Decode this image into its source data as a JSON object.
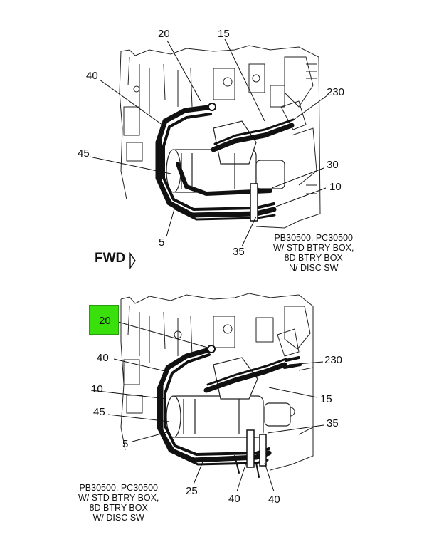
{
  "top_view": {
    "callouts": {
      "c20": "20",
      "c15": "15",
      "c40": "40",
      "c230": "230",
      "c45": "45",
      "c30": "30",
      "c10": "10",
      "c5": "5",
      "c35": "35"
    },
    "caption": [
      "PB30500, PC30500",
      "W/ STD BTRY BOX,",
      "8D BTRY BOX",
      "N/ DISC SW"
    ]
  },
  "forward_indicator": "FWD",
  "bottom_view": {
    "highlighted_callout": "20",
    "callouts": {
      "c40a": "40",
      "c230": "230",
      "c10": "10",
      "c15": "15",
      "c45": "45",
      "c35": "35",
      "c5": "5",
      "c25": "25",
      "c40b": "40",
      "c40c": "40"
    },
    "caption": [
      "PB30500, PC30500",
      "W/ STD BTRY BOX,",
      "8D BTRY BOX",
      "W/ DISC SW"
    ]
  },
  "colors": {
    "highlight": "#39e00c",
    "line": "#111111"
  }
}
